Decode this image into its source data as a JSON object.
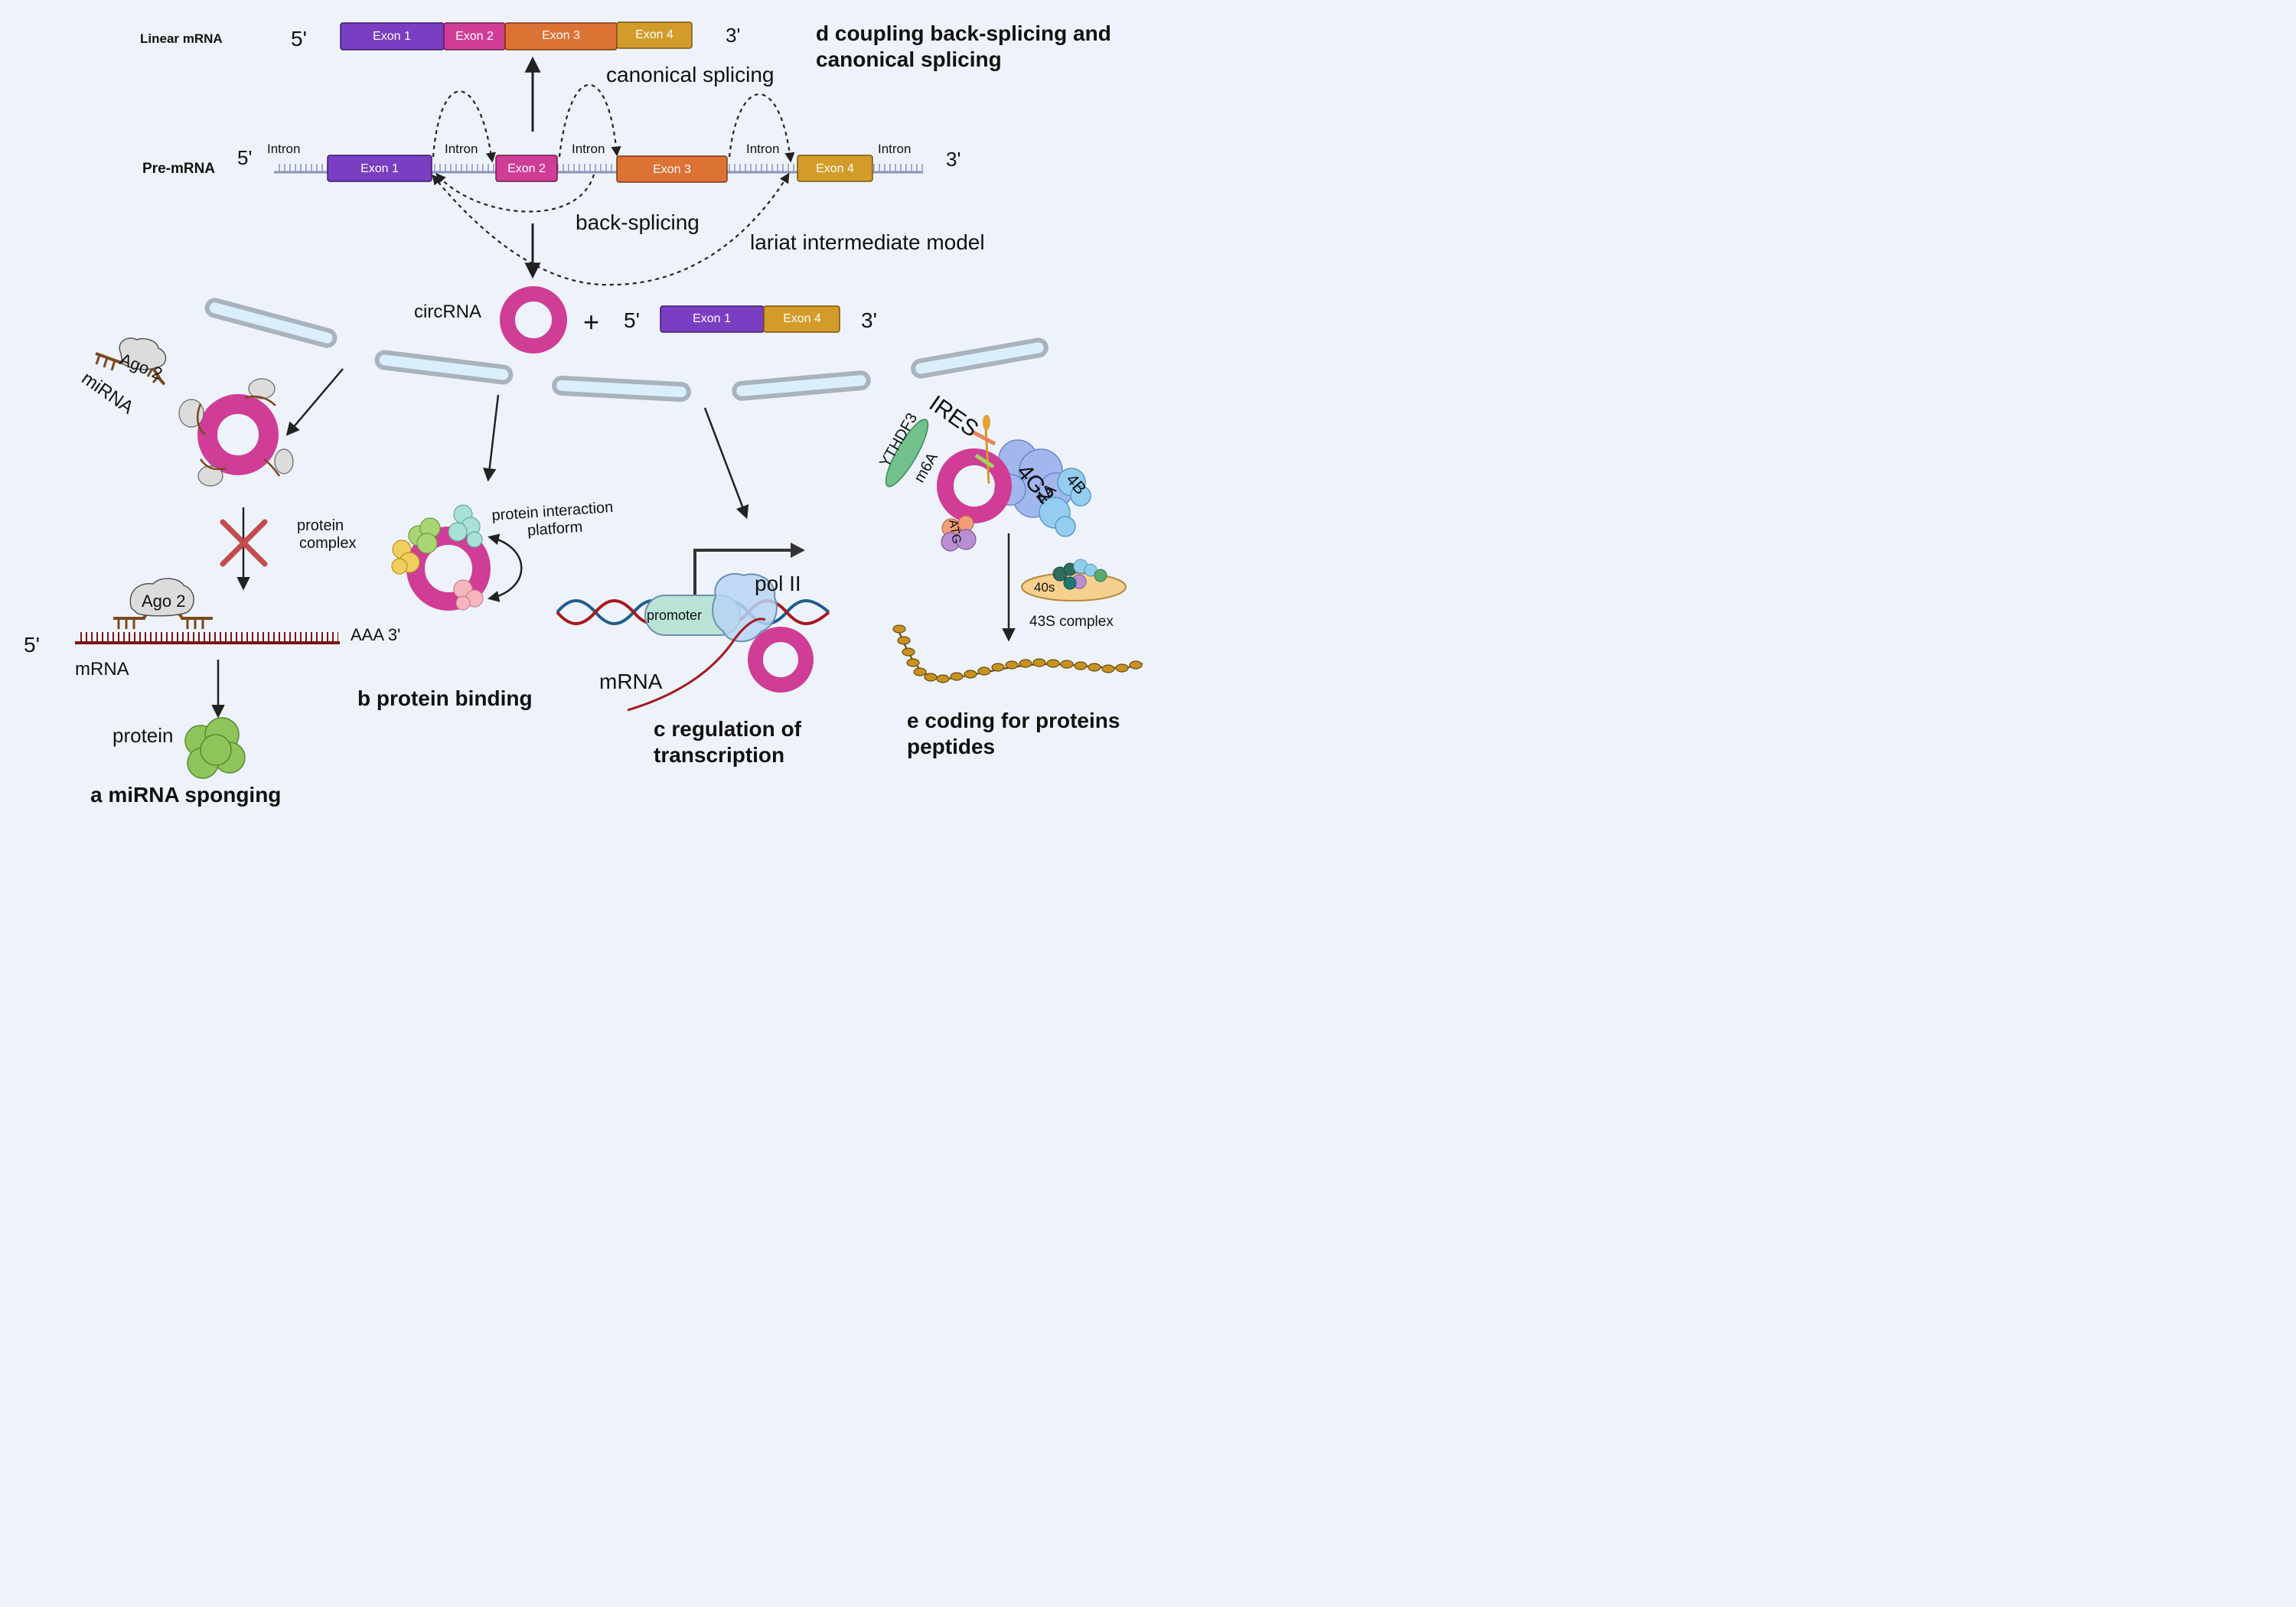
{
  "exon_colors": {
    "exon1": "#7a3ec2",
    "exon2": "#cf3d96",
    "exon3": "#dc7234",
    "exon4": "#d39c2a"
  },
  "linear_mrna": {
    "label": "Linear mRNA",
    "five_prime": "5'",
    "three_prime": "3'",
    "exons": [
      "Exon 1",
      "Exon 2",
      "Exon 3",
      "Exon 4"
    ]
  },
  "pre_mrna": {
    "label": "Pre-mRNA",
    "five_prime": "5'",
    "three_prime": "3'",
    "intron_label": "Intron",
    "exons": [
      "Exon 1",
      "Exon 2",
      "Exon 3",
      "Exon 4"
    ]
  },
  "splicing": {
    "canonical": "canonical splicing",
    "back": "back-splicing",
    "lariat": "lariat intermediate model"
  },
  "circ": {
    "label": "circRNA",
    "plus": "+",
    "five_prime": "5'",
    "three_prime": "3'",
    "exons": [
      "Exon 1",
      "Exon 4"
    ]
  },
  "panel_a": {
    "ago_top": "Ago 2",
    "mirna": "miRNA",
    "protein_complex": "protein complex",
    "ago_bottom": "Ago 2",
    "five_prime": "5'",
    "aaa": "AAA 3'",
    "mrna": "mRNA",
    "protein": "protein",
    "title": "a  miRNA sponging"
  },
  "panel_b": {
    "platform": "protein interaction platform",
    "title": "b  protein binding"
  },
  "panel_c": {
    "pol": "pol II",
    "promoter": "promoter",
    "mrna": "mRNA",
    "title": "c  regulation of transcription"
  },
  "panel_d": {
    "title": "d  coupling back-splicing and canonical splicing"
  },
  "panel_e": {
    "ires": "IRES",
    "ythdf3": "YTHDF3",
    "m6a": "m6A",
    "f4g2": "4G2",
    "f4b": "4B",
    "f4a": "4A",
    "atg": "ATG",
    "s40": "40s",
    "complex43": "43S complex",
    "title": "e  coding for proteins peptides"
  }
}
